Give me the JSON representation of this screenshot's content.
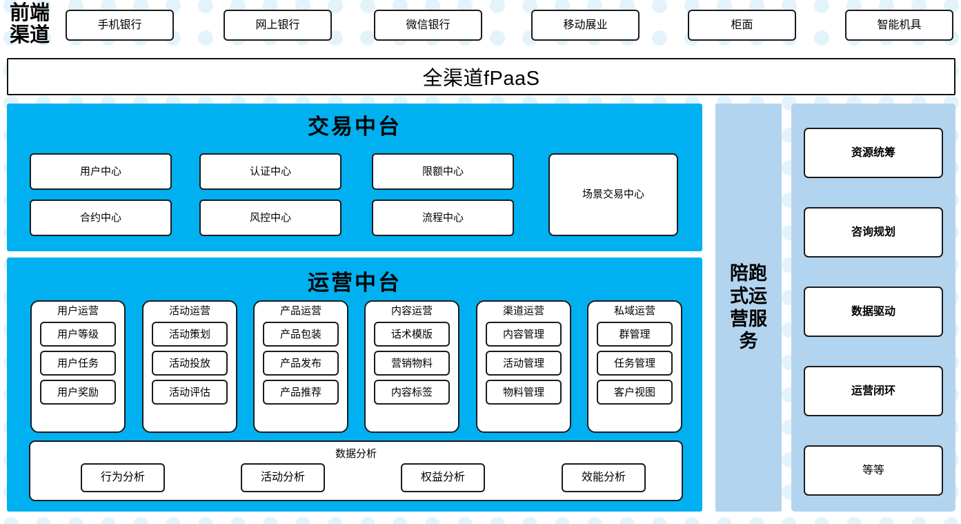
{
  "colors": {
    "cyan_panel": "#00b0f0",
    "light_blue_panel": "#b3d4ef",
    "dot_pattern": "#e3f3fc",
    "box_border": "#1a1a1a",
    "box_fill": "#ffffff"
  },
  "channel_row": {
    "label": "前端\n渠道",
    "items": [
      {
        "label": "手机银行"
      },
      {
        "label": "网上银行"
      },
      {
        "label": "微信银行"
      },
      {
        "label": "移动展业"
      },
      {
        "label": "柜面"
      },
      {
        "label": "智能机具"
      }
    ]
  },
  "fpaas": {
    "label": "全渠道fPaaS"
  },
  "trade_platform": {
    "title": "交易中台",
    "boxes": [
      {
        "label": "用户中心"
      },
      {
        "label": "认证中心"
      },
      {
        "label": "限额中心"
      },
      {
        "label": "合约中心"
      },
      {
        "label": "风控中心"
      },
      {
        "label": "流程中心"
      }
    ],
    "scene_box": {
      "label": "场景交易中心"
    }
  },
  "ops_platform": {
    "title": "运营中台",
    "columns": [
      {
        "title": "用户运营",
        "items": [
          {
            "label": "用户等级"
          },
          {
            "label": "用户任务"
          },
          {
            "label": "用户奖励"
          }
        ]
      },
      {
        "title": "活动运营",
        "items": [
          {
            "label": "活动策划"
          },
          {
            "label": "活动投放"
          },
          {
            "label": "活动评估"
          }
        ]
      },
      {
        "title": "产品运营",
        "items": [
          {
            "label": "产品包装"
          },
          {
            "label": "产品发布"
          },
          {
            "label": "产品推荐"
          }
        ]
      },
      {
        "title": "内容运营",
        "items": [
          {
            "label": "话术模版"
          },
          {
            "label": "营销物料"
          },
          {
            "label": "内容标签"
          }
        ]
      },
      {
        "title": "渠道运营",
        "items": [
          {
            "label": "内容管理"
          },
          {
            "label": "活动管理"
          },
          {
            "label": "物料管理"
          }
        ]
      },
      {
        "title": "私域运营",
        "items": [
          {
            "label": "群管理"
          },
          {
            "label": "任务管理"
          },
          {
            "label": "客户视图"
          }
        ]
      }
    ],
    "data_analysis": {
      "title": "数据分析",
      "items": [
        {
          "label": "行为分析"
        },
        {
          "label": "活动分析"
        },
        {
          "label": "权益分析"
        },
        {
          "label": "效能分析"
        }
      ]
    }
  },
  "accompany_service": {
    "label": "陪跑式运营服务"
  },
  "service_panel": {
    "items": [
      {
        "label": "资源统筹",
        "bold": true
      },
      {
        "label": "咨询规划",
        "bold": true
      },
      {
        "label": "数据驱动",
        "bold": true
      },
      {
        "label": "运营闭环",
        "bold": true
      },
      {
        "label": "等等",
        "bold": false
      }
    ]
  }
}
